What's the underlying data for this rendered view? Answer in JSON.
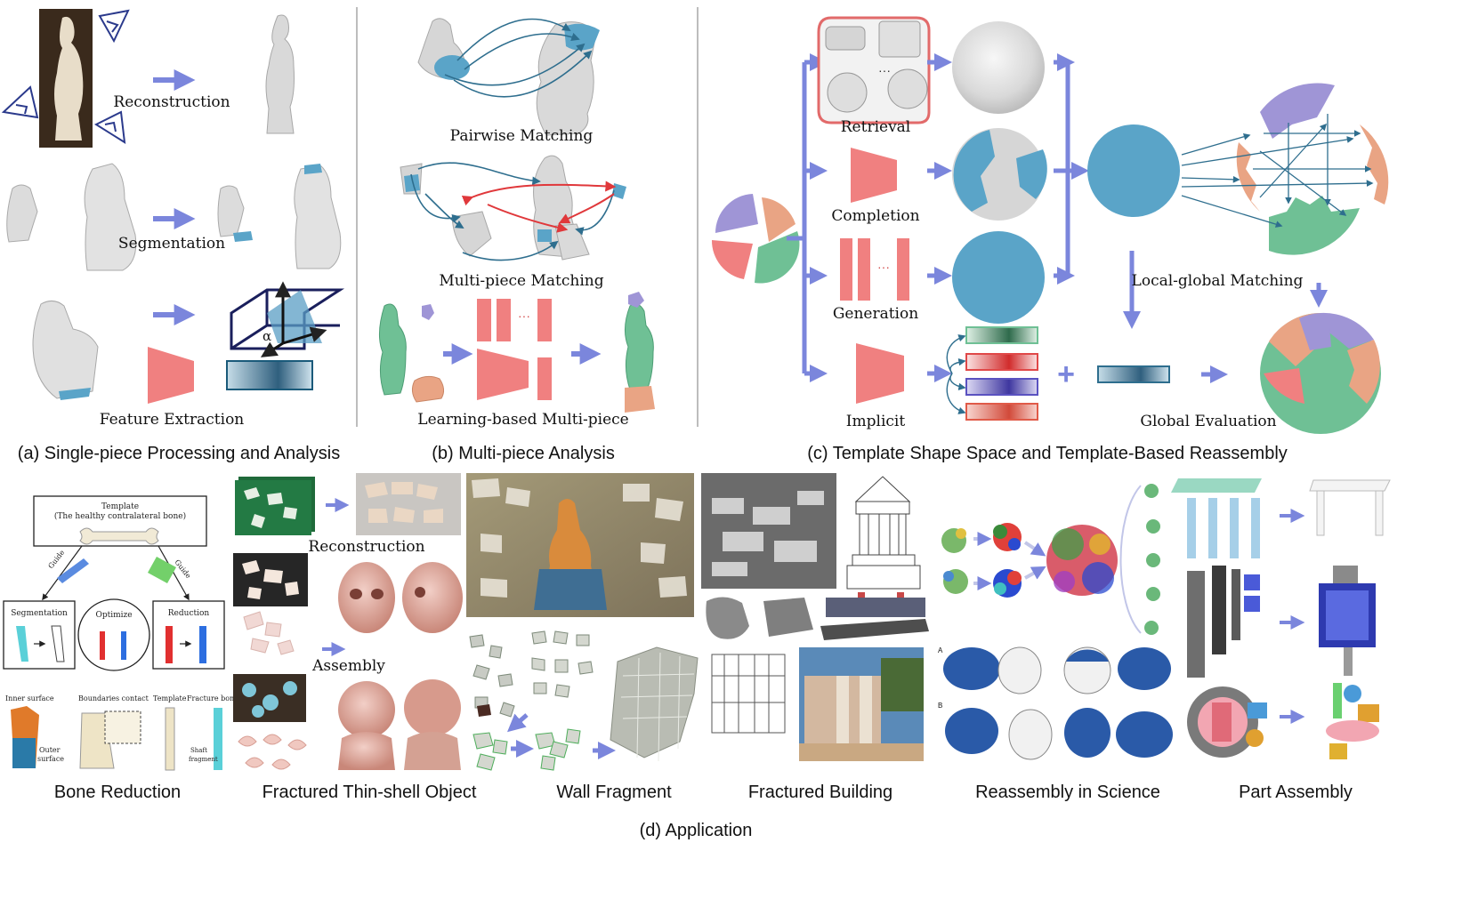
{
  "top": {
    "panel_a": {
      "caption": "(a) Single-piece Processing and Analysis",
      "labels": {
        "reconstruction": "Reconstruction",
        "segmentation": "Segmentation",
        "feature_extraction": "Feature Extraction",
        "alpha": "α"
      }
    },
    "panel_b": {
      "caption": "(b) Multi-piece Analysis",
      "labels": {
        "pairwise": "Pairwise Matching",
        "multi_piece": "Multi-piece Matching",
        "learning": "Learning-based Multi-piece",
        "dots": "···"
      }
    },
    "panel_c": {
      "caption": "(c) Template Shape Space and Template-Based Reassembly",
      "labels": {
        "retrieval": "Retrieval",
        "completion": "Completion",
        "generation": "Generation",
        "implicit": "Implicit",
        "local_global": "Local-global Matching",
        "global_eval": "Global Evaluation",
        "dots": "···"
      }
    }
  },
  "bottom": {
    "caption": "(d) Application",
    "bone": {
      "title": "Bone Reduction",
      "template_line1": "Template",
      "template_line2": "(The healthy contralateral bone)",
      "guide_left": "Guide",
      "guide_right": "Guide",
      "segmentation": "Segmentation",
      "optimize": "Optimize",
      "reduction": "Reduction",
      "inner_surface": "Inner surface",
      "outer_surface_1": "Outer",
      "outer_surface_2": "surface",
      "boundaries": "Boundaries contact",
      "template": "Template",
      "fracture_bone": "Fracture bone",
      "shaft_1": "Shaft",
      "shaft_2": "fragment"
    },
    "thin_shell": {
      "title": "Fractured Thin-shell Object",
      "reconstruction": "Reconstruction",
      "assembly": "Assembly"
    },
    "wall": {
      "title": "Wall Fragment"
    },
    "building": {
      "title": "Fractured Building"
    },
    "science": {
      "title": "Reassembly in Science",
      "mark_a": "A",
      "mark_b": "B"
    },
    "part": {
      "title": "Part Assembly"
    }
  },
  "colors": {
    "arrow": "#7b86dc",
    "piece_blue": "#5aa4c8",
    "piece_red": "#f08080",
    "piece_purple": "#9f95d6",
    "piece_green": "#6fc095",
    "piece_orange": "#e9a484"
  }
}
